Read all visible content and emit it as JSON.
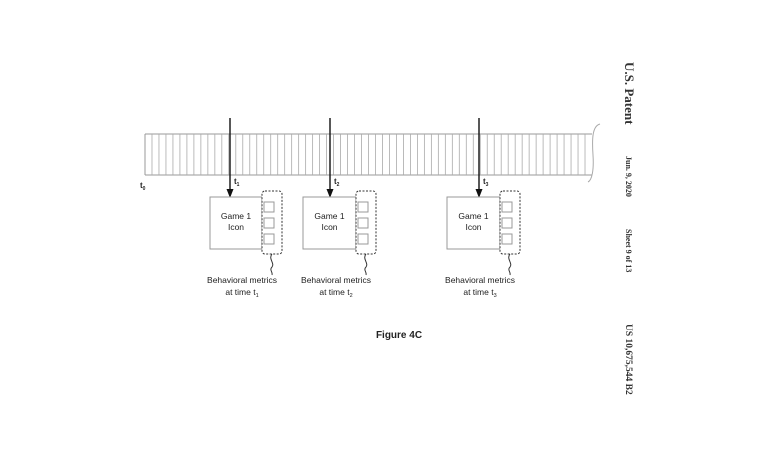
{
  "header": {
    "title": "U.S. Patent",
    "date": "Jun. 9, 2020",
    "sheet": "Sheet 9 of 13",
    "patent_number": "US 10,675,544 B2"
  },
  "timeline": {
    "start_label": "t",
    "start_sub": "0",
    "stripe_count": 64,
    "events": [
      {
        "label": "t",
        "sub": "1",
        "box_line1": "Game 1",
        "box_line2": "Icon",
        "caption_line1": "Behavioral metrics",
        "caption_line2": "at time t",
        "caption_sub": "1"
      },
      {
        "label": "t",
        "sub": "2",
        "box_line1": "Game 1",
        "box_line2": "Icon",
        "caption_line1": "Behavioral metrics",
        "caption_line2": "at time t",
        "caption_sub": "2"
      },
      {
        "label": "t",
        "sub": "3",
        "box_line1": "Game 1",
        "box_line2": "Icon",
        "caption_line1": "Behavioral metrics",
        "caption_line2": "at time t",
        "caption_sub": "3"
      }
    ]
  },
  "figure_label": "Figure 4C"
}
